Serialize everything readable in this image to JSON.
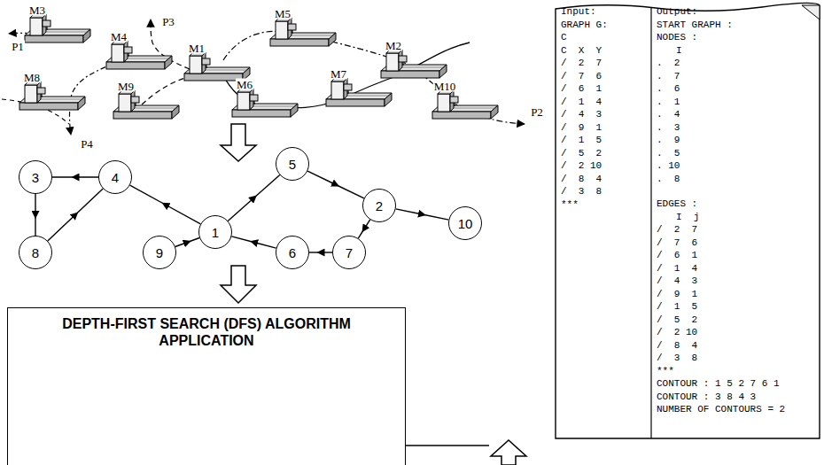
{
  "diagram": {
    "nodes": [
      {
        "text": [
          "3"
        ]
      },
      {
        "text": [
          "4"
        ]
      },
      {
        "text": [
          "5"
        ]
      },
      {
        "text": [
          "1"
        ]
      },
      {
        "text": [
          "2"
        ]
      },
      {
        "text": [
          "10"
        ]
      },
      {
        "text": [
          "8"
        ]
      },
      {
        "text": [
          "9"
        ]
      },
      {
        "text": [
          "6"
        ]
      },
      {
        "text": [
          "7"
        ]
      },
      {
        "text": [
          "DEPTH-FIRST SEARCH (DFS) ALGORITHM APPLICATION"
        ]
      }
    ],
    "edges": [
      {
        "from": 3,
        "to": 1,
        "arrow": "to"
      },
      {
        "from": 1,
        "to": 0,
        "arrow": "to"
      },
      {
        "from": 0,
        "to": 6,
        "arrow": "to"
      },
      {
        "from": 6,
        "to": 1,
        "arrow": "to"
      },
      {
        "from": 7,
        "to": 3,
        "arrow": "to"
      },
      {
        "from": 3,
        "to": 2,
        "arrow": "to"
      },
      {
        "from": 2,
        "to": 4,
        "arrow": "to"
      },
      {
        "from": 4,
        "to": 5,
        "arrow": "to"
      },
      {
        "from": 4,
        "to": 9,
        "arrow": "to"
      },
      {
        "from": 9,
        "to": 8,
        "arrow": "to"
      },
      {
        "from": 8,
        "to": 3,
        "arrow": "to"
      }
    ],
    "labels": [
      "M3",
      "M4",
      "M5",
      "M1",
      "M2",
      "M8",
      "M9",
      "M6",
      "M7",
      "M10",
      "P1",
      "P3",
      "P4",
      "P2",
      "Input:",
      "GRAPH G:",
      "C",
      "C  X  Y",
      "/  2  7",
      "/  7  6",
      "/  6  1",
      "/  1  4",
      "/  4  3",
      "/  9  1",
      "/  1  5",
      "/  5  2",
      "/  2 10",
      "/  8  4",
      "/  3  8",
      "***",
      "Output:",
      "START GRAPH :",
      "NODES :",
      "I",
      ".  2",
      ".  7",
      ".  6",
      ".  1",
      ".  4",
      ".  3",
      ".  9",
      ".  5",
      ". 10",
      ".  8",
      "EDGES :",
      "I  j",
      "/  2  7",
      "/  7  6",
      "/  6  1",
      "/  1  4",
      "/  4  3",
      "/  9  1",
      "/  1  5",
      "/  5  2",
      "/  2 10",
      "/  8  4",
      "/  3  8",
      "***",
      "CONTOUR : 1 5 2 7 6 1",
      "CONTOUR : 3 8 4 3",
      "NUMBER OF CONTOURS = 2"
    ]
  }
}
